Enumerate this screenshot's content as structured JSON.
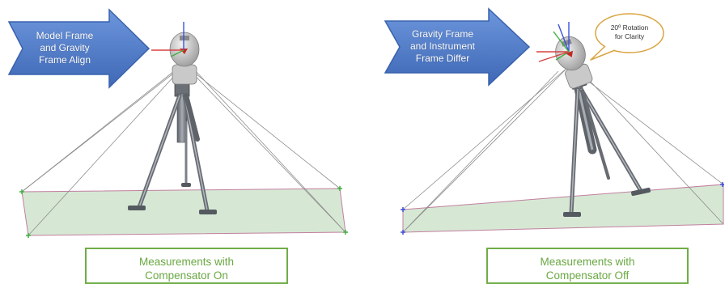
{
  "left_panel": {
    "arrow_lines": [
      "Model Frame",
      "and Gravity",
      "Frame Align"
    ],
    "caption_lines": [
      "Measurements with",
      "Compensator On"
    ]
  },
  "right_panel": {
    "arrow_lines": [
      "Gravity Frame",
      "and Instrument",
      "Frame Differ"
    ],
    "bubble_lines": [
      "20º Rotation",
      "for Clarity"
    ],
    "caption_lines": [
      "Measurements with",
      "Compensator Off"
    ]
  },
  "colors": {
    "arrow_fill": "#4a79c9",
    "ground_fill": "#d6e8d4",
    "caption_border": "#70ad47",
    "caption_text": "#6aa843",
    "left_corner_markers": "#3fae3f",
    "right_corner_markers": "#3f4fd8"
  },
  "icons": [
    "laser-tracker-icon",
    "tripod-icon",
    "axis-triad-icon"
  ]
}
